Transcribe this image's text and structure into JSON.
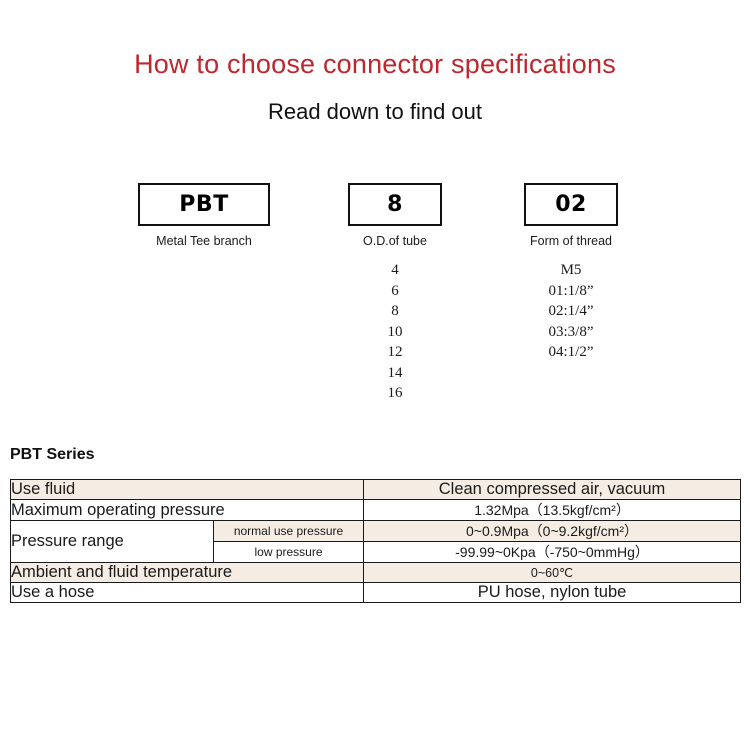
{
  "header": {
    "title": "How to choose connector specifications",
    "subtitle": "Read down to find out",
    "title_color": "#c0272d"
  },
  "code_breakdown": [
    {
      "code": "PBT",
      "caption": "Metal Tee branch",
      "options": []
    },
    {
      "code": "8",
      "caption": "O.D.of tube",
      "options": [
        "4",
        "6",
        "8",
        "10",
        "12",
        "14",
        "16"
      ]
    },
    {
      "code": "02",
      "caption": "Form of thread",
      "options": [
        "M5",
        "01:1/8”",
        "02:1/4”",
        "03:3/8”",
        "04:1/2”"
      ]
    }
  ],
  "series": {
    "heading": "PBT Series",
    "row_beige_color": "#f5ede3",
    "rows": [
      {
        "label": "Use fluid",
        "sublabel": null,
        "value": "Clean compressed air, vacuum",
        "shade": "beige"
      },
      {
        "label": "Maximum operating pressure",
        "sublabel": null,
        "value": "1.32Mpa（13.5kgf/cm²）",
        "shade": "white"
      },
      {
        "label": "Pressure range",
        "sublabel": "normal use pressure",
        "value": "0~0.9Mpa（0~9.2kgf/cm²）",
        "shade": "beige"
      },
      {
        "label": "",
        "sublabel": "low pressure",
        "value": "-99.99~0Kpa（-750~0mmHg）",
        "shade": "white"
      },
      {
        "label": "Ambient and fluid temperature",
        "sublabel": null,
        "value": "0~60℃",
        "shade": "beige"
      },
      {
        "label": "Use a hose",
        "sublabel": null,
        "value": "PU hose, nylon tube",
        "shade": "white"
      }
    ]
  }
}
